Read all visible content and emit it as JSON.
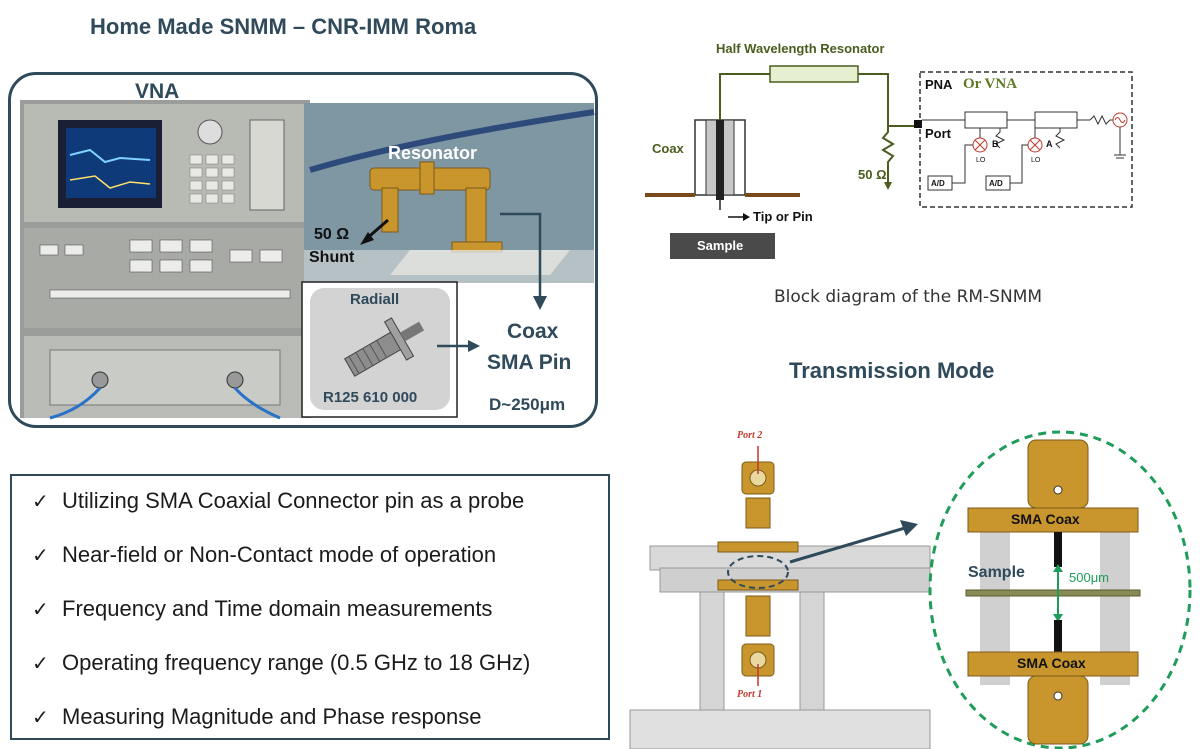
{
  "header": {
    "title": "Home Made SNMM – CNR-IMM Roma"
  },
  "photos": {
    "vna_label": "VNA",
    "resonator_label": "Resonator",
    "shunt_value": "50 Ω",
    "shunt_label": "Shunt",
    "connector_brand": "Radiall",
    "connector_part": "R125 610 000",
    "coax_label": "Coax",
    "sma_pin_label": "SMA Pin",
    "diameter_label": "D~250μm"
  },
  "block_diagram": {
    "resonator_label": "Half Wavelength Resonator",
    "coax_label": "Coax",
    "tip_label": "Tip or Pin",
    "sample_label": "Sample",
    "shunt_label": "50 Ω",
    "pna_label": "PNA",
    "vna_label": "Or VNA",
    "port_label": "Port",
    "ad_label_1": "A/D",
    "ad_label_2": "A/D",
    "b_label": "B",
    "a_label": "A",
    "lo_label_1": "LO",
    "lo_label_2": "LO",
    "caption": "Block diagram of the RM-SNMM"
  },
  "transmission": {
    "title": "Transmission Mode",
    "port2_label": "Port 2",
    "port1_label": "Port 1",
    "sma_top": "SMA Coax",
    "sma_bottom": "SMA Coax",
    "sample_label": "Sample",
    "gap_label": "500μm"
  },
  "features": [
    "Utilizing SMA Coaxial Connector pin as a probe",
    "Near-field or Non-Contact mode of operation",
    "Frequency and Time domain measurements",
    "Operating frequency range (0.5 GHz to 18 GHz)",
    "Measuring Magnitude and Phase response"
  ],
  "colors": {
    "frame": "#2f4a5a",
    "diagram_green": "#4a5d1f",
    "gold": "#c8962c",
    "dashed_green": "#1e9c5a"
  }
}
